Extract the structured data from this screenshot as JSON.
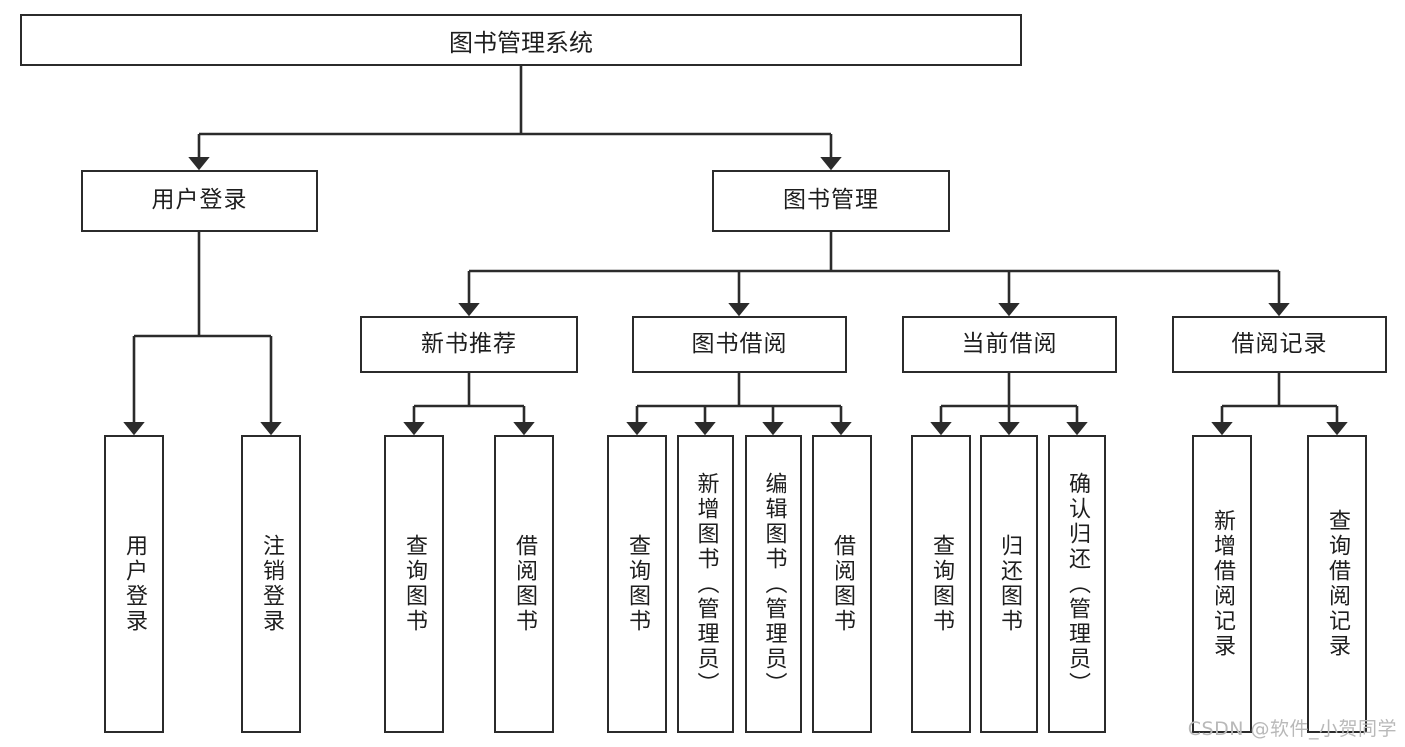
{
  "diagram": {
    "title": "图书管理系统",
    "watermark": "CSDN @软件_小贺同学",
    "colors": {
      "stroke": "#2b2b2b",
      "fill": "#ffffff",
      "text": "#1e1e1e",
      "watermark": "#b9b9b9"
    },
    "root": {
      "label": "图书管理系统"
    },
    "level1": [
      {
        "label": "用户登录"
      },
      {
        "label": "图书管理"
      }
    ],
    "level2": [
      {
        "label": "新书推荐"
      },
      {
        "label": "图书借阅"
      },
      {
        "label": "当前借阅"
      },
      {
        "label": "借阅记录"
      }
    ],
    "leaves": {
      "user_login": [
        {
          "label": "用户登录"
        },
        {
          "label": "注销登录"
        }
      ],
      "new_book_recommend": [
        {
          "label": "查询图书"
        },
        {
          "label": "借阅图书"
        }
      ],
      "book_borrow": [
        {
          "label": "查询图书"
        },
        {
          "label": "新增图书（管理员）"
        },
        {
          "label": "编辑图书（管理员）"
        },
        {
          "label": "借阅图书"
        }
      ],
      "current_borrow": [
        {
          "label": "查询图书"
        },
        {
          "label": "归还图书"
        },
        {
          "label": "确认归还（管理员）"
        }
      ],
      "borrow_record": [
        {
          "label": "新增借阅记录"
        },
        {
          "label": "查询借阅记录"
        }
      ]
    }
  }
}
